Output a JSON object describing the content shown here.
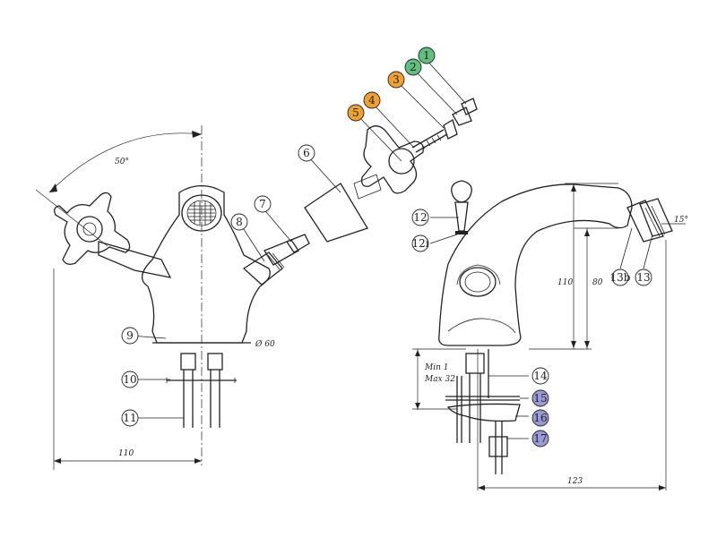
{
  "colors": {
    "line": "#222222",
    "green": "#5fbf7f",
    "orange": "#f0a030",
    "purple": "#9a9ad8",
    "white": "#ffffff"
  },
  "callouts": [
    {
      "label": "1",
      "color": "green"
    },
    {
      "label": "2",
      "color": "green"
    },
    {
      "label": "3",
      "color": "orange"
    },
    {
      "label": "4",
      "color": "orange"
    },
    {
      "label": "5",
      "color": "orange"
    },
    {
      "label": "6",
      "color": "white"
    },
    {
      "label": "7",
      "color": "white"
    },
    {
      "label": "8",
      "color": "white"
    },
    {
      "label": "9",
      "color": "white"
    },
    {
      "label": "10",
      "color": "white"
    },
    {
      "label": "11",
      "color": "white"
    },
    {
      "label": "12",
      "color": "white"
    },
    {
      "label": "12i",
      "color": "white"
    },
    {
      "label": "13b",
      "color": "white"
    },
    {
      "label": "13",
      "color": "white"
    },
    {
      "label": "14",
      "color": "white"
    },
    {
      "label": "15",
      "color": "purple"
    },
    {
      "label": "16",
      "color": "purple"
    },
    {
      "label": "17",
      "color": "purple"
    }
  ],
  "dimensions": {
    "angle": "50°",
    "diameter": "Ø 60",
    "width_left": "110",
    "height_right": "110",
    "height_inner": "80",
    "width_right": "123",
    "min_label": "Min 1",
    "max_label": "Max 32",
    "tilt": "15°"
  }
}
